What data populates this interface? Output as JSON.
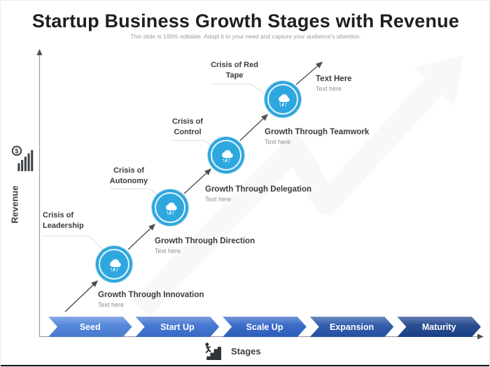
{
  "slide": {
    "title": "Startup Business Growth Stages with Revenue",
    "subtitle": "This slide is 100% editable. Adapt it to your need and capture your audience's attention."
  },
  "axes": {
    "y_label": "Revenue",
    "x_label": "Stages"
  },
  "steps": [
    {
      "crisis_line1": "Crisis of",
      "crisis_line2": "Leadership",
      "growth": "Growth Through Innovation",
      "note": "Text here"
    },
    {
      "crisis_line1": "Crisis of",
      "crisis_line2": "Autonomy",
      "growth": "Growth Through Direction",
      "note": "Text here"
    },
    {
      "crisis_line1": "Crisis of",
      "crisis_line2": "Control",
      "growth": "Growth Through Delegation",
      "note": "Text here"
    },
    {
      "crisis_line1": "Crisis of Red",
      "crisis_line2": "Tape",
      "growth": "Growth Through Teamwork",
      "note": "Text here"
    }
  ],
  "peak": {
    "label": "Text Here",
    "note": "Text here"
  },
  "banner": {
    "stages": [
      {
        "label": "Seed",
        "color": "#4C81D9"
      },
      {
        "label": "Start Up",
        "color": "#3C70D0"
      },
      {
        "label": "Scale Up",
        "color": "#2F63C5"
      },
      {
        "label": "Expansion",
        "color": "#2754A8"
      },
      {
        "label": "Maturity",
        "color": "#1C438C"
      }
    ]
  },
  "colors": {
    "node_blue": "#2EA7DF",
    "axis_gray": "#9e9e9e",
    "arrow_dark": "#4f4f4f",
    "callout_gray": "#dcdcdc"
  }
}
